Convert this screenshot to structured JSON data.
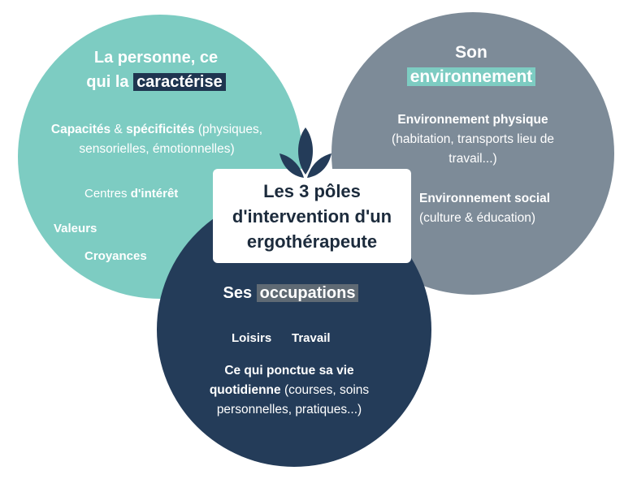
{
  "colors": {
    "personne": "#7dccc2",
    "environnement": "#7d8b98",
    "occupations": "#243c59",
    "leaves": "#243c59"
  },
  "personne": {
    "title_line1": "La personne, ce",
    "title_line2_a": "qui la ",
    "title_line2_highlight": "caractérise",
    "capacites_bold": "Capacités",
    "capacites_amp": " & ",
    "specificites_bold": "spécificités",
    "capacites_rest_1": " (physiques,",
    "capacites_rest_2": "sensorielles, émotionnelles)",
    "centres_prefix": "Centres ",
    "centres_bold": "d'intérêt",
    "valeurs": "Valeurs",
    "croyances": "Croyances"
  },
  "environnement": {
    "title_line1": "Son",
    "title_line2": "environnement",
    "physique_title": "Environnement physique",
    "physique_detail_1": "(habitation, transports lieu de",
    "physique_detail_2": "travail...)",
    "social_title": "Environnement social",
    "social_detail": "(culture & éducation)"
  },
  "center": {
    "line1": "Les 3 pôles",
    "line2": "d'intervention d'un",
    "line3": "ergothérapeute"
  },
  "occupations": {
    "title_a": "Ses ",
    "title_highlight": "occupations",
    "loisirs": "Loisirs",
    "travail": "Travail",
    "vie_line1": "Ce qui ponctue sa vie",
    "vie_line2_bold": "quotidienne",
    "vie_line2_rest": " (courses,  soins",
    "vie_line3": "personnelles, pratiques...)"
  }
}
